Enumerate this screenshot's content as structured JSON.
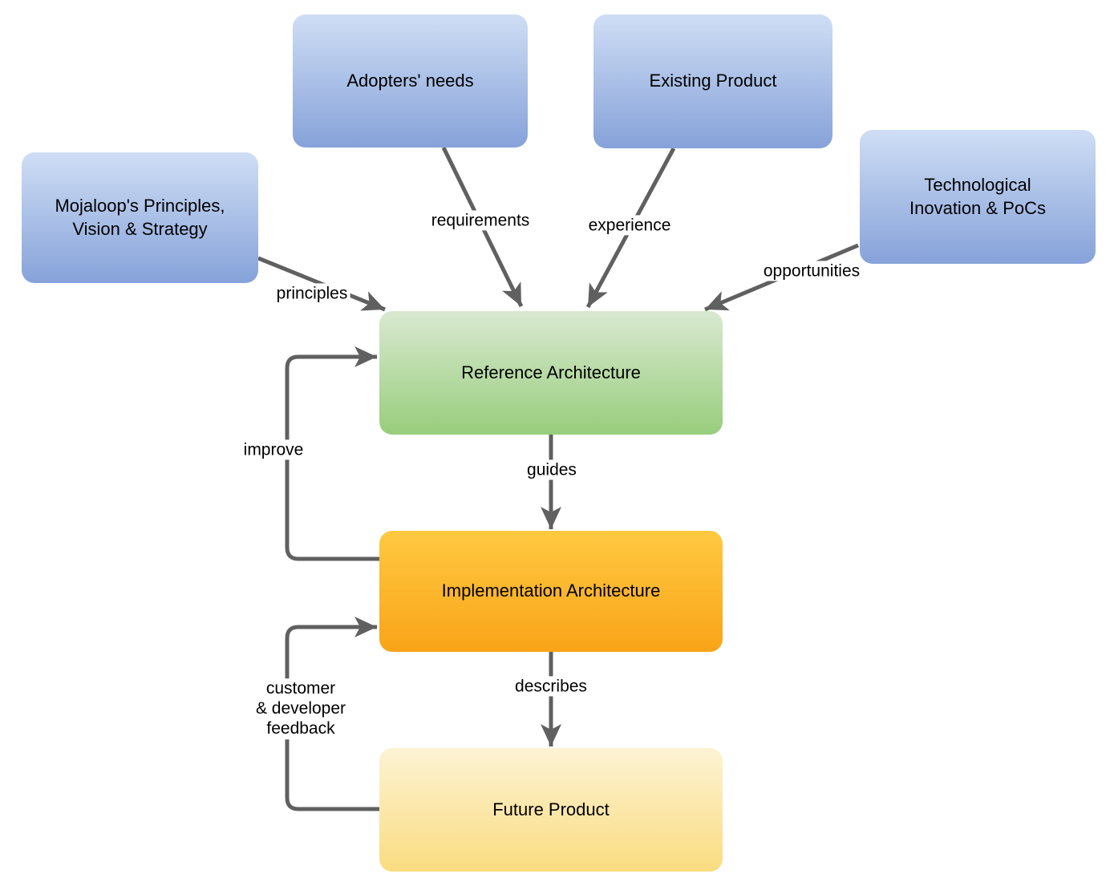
{
  "diagram": {
    "title": "Architecture feedback-loop diagram",
    "nodes": [
      {
        "id": "mojaloop-principles",
        "label": "Mojaloop's Principles,\nVision & Strategy",
        "color_top": "#cfdef5",
        "color_bottom": "#86a2d9"
      },
      {
        "id": "adopters-needs",
        "label": "Adopters' needs",
        "color_top": "#cfdef5",
        "color_bottom": "#86a2d9"
      },
      {
        "id": "existing-product",
        "label": "Existing Product",
        "color_top": "#cfdef5",
        "color_bottom": "#86a2d9"
      },
      {
        "id": "technological-inovation",
        "label": "Technological\nInovation & PoCs",
        "color_top": "#cfdef5",
        "color_bottom": "#86a2d9"
      },
      {
        "id": "reference-architecture",
        "label": "Reference Architecture",
        "color_top": "#d9e9d1",
        "color_bottom": "#98cd7c"
      },
      {
        "id": "implementation-architecture",
        "label": "Implementation Architecture",
        "color_top": "#ffc941",
        "color_bottom": "#f9a418"
      },
      {
        "id": "future-product",
        "label": "Future Product",
        "color_top": "#fdf3d4",
        "color_bottom": "#fadc80"
      }
    ],
    "edges": [
      {
        "label": "principles",
        "from": "mojaloop-principles",
        "to": "reference-architecture"
      },
      {
        "label": "requirements",
        "from": "adopters-needs",
        "to": "reference-architecture"
      },
      {
        "label": "experience",
        "from": "existing-product",
        "to": "reference-architecture"
      },
      {
        "label": "opportunities",
        "from": "technological-inovation",
        "to": "reference-architecture"
      },
      {
        "label": "guides",
        "from": "reference-architecture",
        "to": "implementation-architecture"
      },
      {
        "label": "improve",
        "from": "implementation-architecture",
        "to": "reference-architecture"
      },
      {
        "label": "describes",
        "from": "implementation-architecture",
        "to": "future-product"
      },
      {
        "label": "customer\n& developer\nfeedback",
        "from": "future-product",
        "to": "implementation-architecture"
      }
    ],
    "colors": {
      "arrow": "#606060",
      "text": "#000000",
      "background": "#ffffff"
    }
  }
}
